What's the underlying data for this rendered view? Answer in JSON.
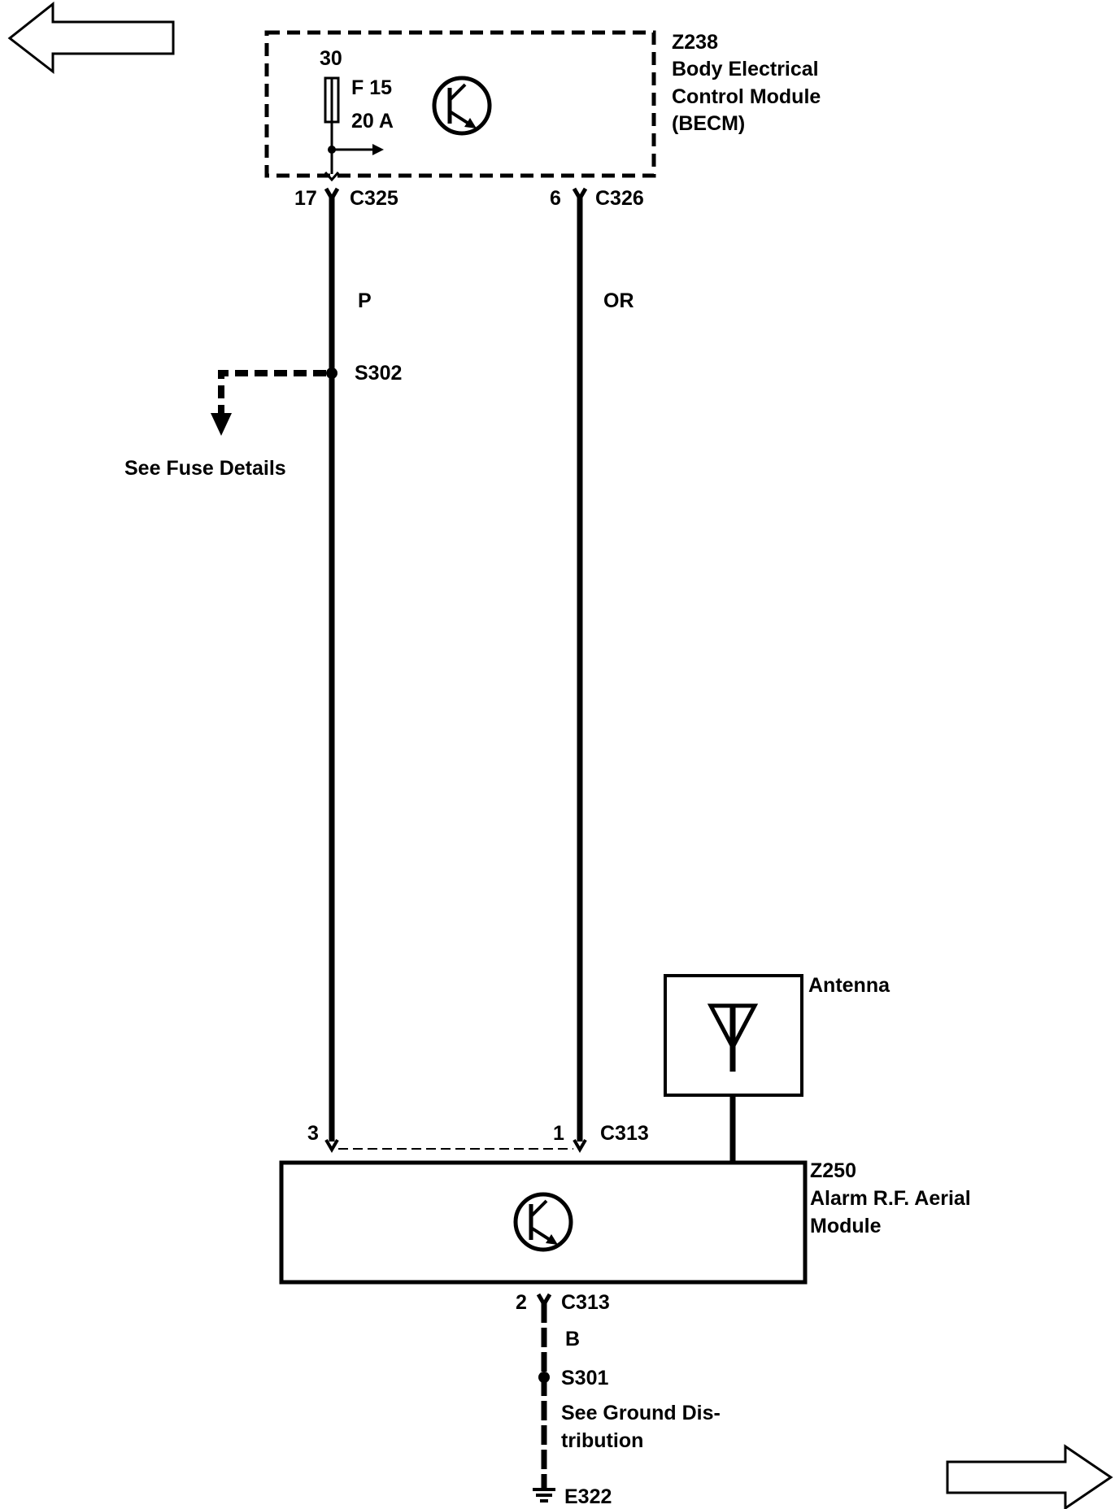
{
  "becm": {
    "id": "Z238",
    "name_line1": "Body Electrical",
    "name_line2": "Control Module",
    "name_line3": "(BECM)",
    "fuse_input": "30",
    "fuse_name": "F 15",
    "fuse_rating": "20 A"
  },
  "connectors": {
    "c325_pin": "17",
    "c325": "C325",
    "c326_pin": "6",
    "c326": "C326",
    "c313_pin3": "3",
    "c313_pin1": "1",
    "c313_top": "C313",
    "c313_pin2": "2",
    "c313_bottom": "C313"
  },
  "wires": {
    "left_color": "P",
    "right_color": "OR",
    "ground_color": "B"
  },
  "splices": {
    "s302": "S302",
    "s301": "S301"
  },
  "references": {
    "fuse_details": "See Fuse Details",
    "ground_line1": "See Ground Dis-",
    "ground_line2": "tribution"
  },
  "antenna": {
    "label": "Antenna"
  },
  "alarm_module": {
    "id": "Z250",
    "name_line1": "Alarm R.F. Aerial",
    "name_line2": "Module"
  },
  "ground": {
    "id": "E322"
  },
  "navigation": {
    "prev_icon": "arrow-left-icon",
    "next_icon": "arrow-right-icon"
  }
}
